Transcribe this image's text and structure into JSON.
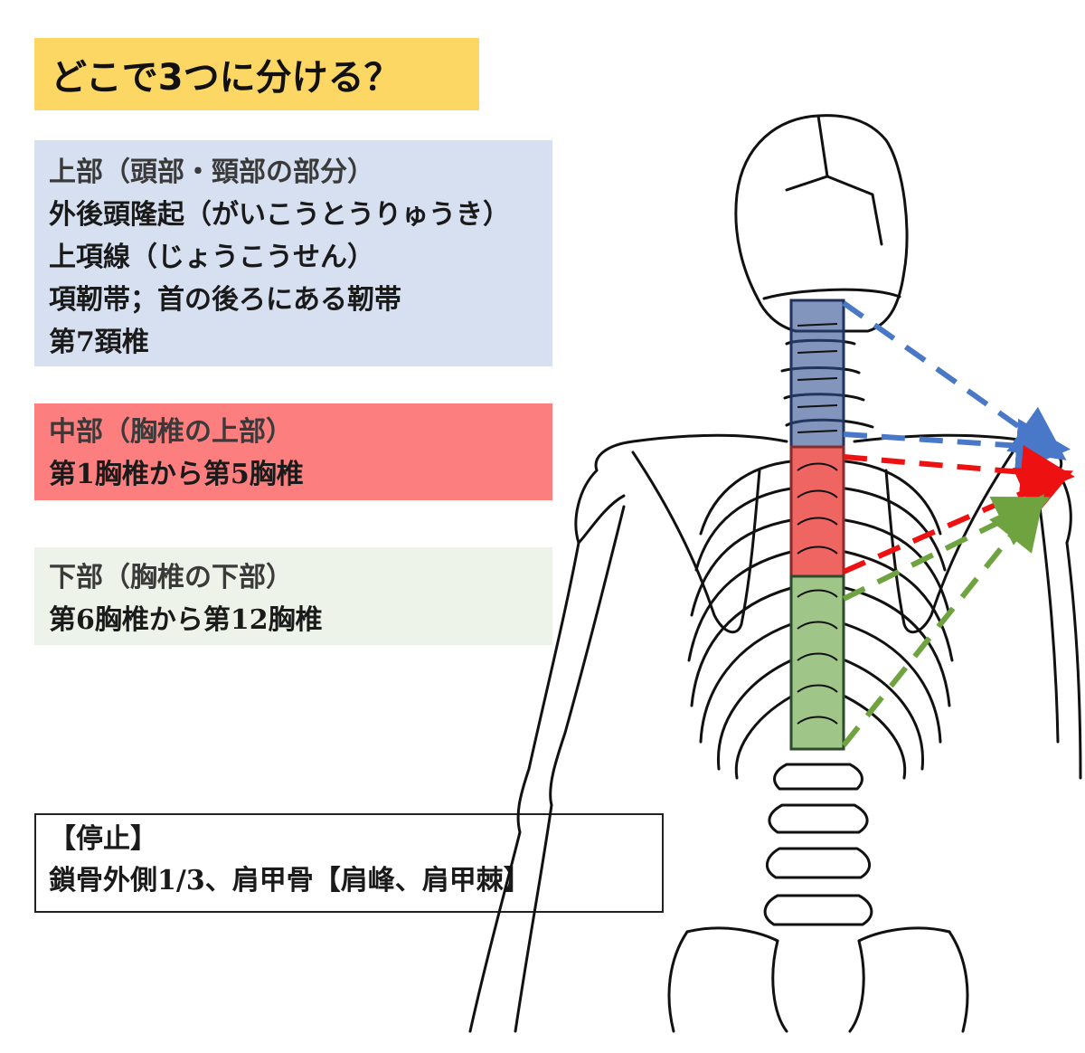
{
  "title": "どこで3つに分ける？",
  "upper": {
    "heading": "上部（頭部・頸部の部分）",
    "lines": [
      "外後頭隆起（がいこうとうりゅうき）",
      "上項線（じょうこうせん）",
      "項靭帯；首の後ろにある靭帯",
      "第7頚椎"
    ],
    "color": "#d6e0f1",
    "overlay_color": "#2f4f8f",
    "arrow_color": "#4a78c8"
  },
  "middle": {
    "heading": "中部（胸椎の上部）",
    "lines": [
      "第1胸椎から第5胸椎"
    ],
    "color": "#fd7e7e",
    "overlay_color": "#e8231f",
    "arrow_color": "#ee1111"
  },
  "lower": {
    "heading": "下部（胸椎の下部）",
    "lines": [
      "第6胸椎から第12胸椎"
    ],
    "color": "#eef3e9",
    "overlay_color": "#5f9e3a",
    "arrow_color": "#6fa33f"
  },
  "insertion": {
    "heading": "【停止】",
    "text": "鎖骨外側1/3、肩甲骨【肩峰、肩甲棘】"
  },
  "title_color": "#fdd764",
  "illustration": "skeleton-back-view"
}
